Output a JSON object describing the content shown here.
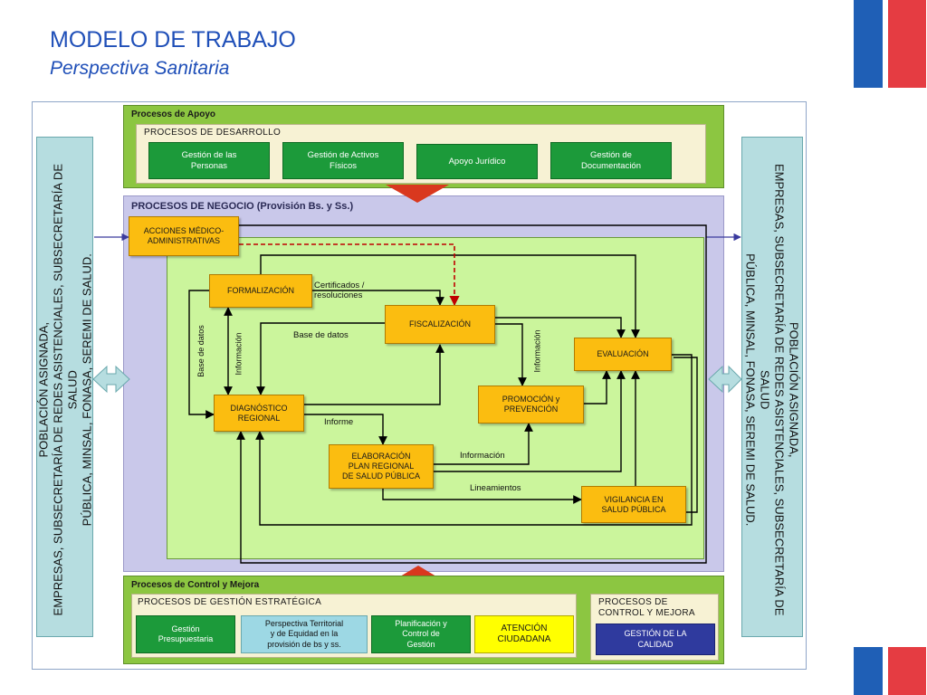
{
  "header": {
    "title": "MODELO DE TRABAJO",
    "subtitle": "Perspectiva Sanitaria"
  },
  "colors": {
    "title_blue": "#1f4fb8",
    "flag_blue": "#1f5fb6",
    "flag_red": "#e53c42",
    "support_green": "#8cc641",
    "dark_green_box": "#1c9a3a",
    "business_violet": "#c9c8ea",
    "inner_lime": "#cbf59c",
    "process_orange": "#fbbd10",
    "side_cyan": "#b6dde0",
    "arrow_red": "#d9381e",
    "quality_navy": "#2f3a9e",
    "citizen_yellow": "#ffff00"
  },
  "left_side": {
    "line1": "POBLACIÓN ASIGNADA,",
    "line2": "EMPRESAS, SUBSECRETARÍA DE REDES ASISTENCIALES, SUBSECRETARÍA DE SALUD",
    "line3": "PÚBLICA, MINSAL, FONASA, SEREMI DE SALUD."
  },
  "right_side": {
    "line1": "POBLACIÓN ASIGNADA,",
    "line2": "EMPRESAS, SUBSECRETARÍA DE REDES ASISTENCIALES, SUBSECRETARÍA DE SALUD",
    "line3": "PÚBLICA, MINSAL, FONASA, SEREMI DE SALUD."
  },
  "support": {
    "title": "Procesos de  Apoyo",
    "development_title": "PROCESOS  DE  DESARROLLO",
    "boxes": [
      {
        "line1": "Gestión de las",
        "line2": "Personas"
      },
      {
        "line1": "Gestión de Activos",
        "line2": "Físicos"
      },
      {
        "line1": "Apoyo Jurídico",
        "line2": ""
      },
      {
        "line1": "Gestión de",
        "line2": "Documentación"
      }
    ]
  },
  "business": {
    "title": "PROCESOS DE NEGOCIO (Provisión Bs. y Ss.)",
    "nodes": {
      "acciones": {
        "line1": "ACCIONES MÉDICO-",
        "line2": "ADMINISTRATIVAS"
      },
      "formalizacion": "FORMALIZACIÓN",
      "fiscalizacion": "FISCALIZACIÓN",
      "evaluacion": "EVALUACIÓN",
      "diagnostico": {
        "line1": "DIAGNÓSTICO",
        "line2": "REGIONAL"
      },
      "promocion": {
        "line1": "PROMOCIÓN y",
        "line2": "PREVENCIÓN"
      },
      "elaboracion": {
        "line1": "ELABORACIÓN",
        "line2": "PLAN REGIONAL",
        "line3": "DE SALUD PÚBLICA"
      },
      "vigilancia": {
        "line1": "VIGILANCIA EN",
        "line2": "SALUD PÚBLICA"
      }
    },
    "labels": {
      "certificados_line1": "Certificados  /",
      "certificados_line2": "resoluciones",
      "base_datos_h": "Base de datos",
      "base_datos_v": "Base de datos",
      "informacion_v_left": "Información",
      "informacion_v_right": "Información",
      "informe": "Informe",
      "informacion_h": "Información",
      "lineamientos": "Lineamientos"
    }
  },
  "control": {
    "title": "Procesos de Control y Mejora",
    "strategic_title": "PROCESOS  DE  GESTIÓN  ESTRATÉGICA",
    "boxes": [
      {
        "line1": "Gestión",
        "line2": "Presupuestaria",
        "line3": ""
      },
      {
        "line1": "Perspectiva Territorial",
        "line2": "y de Equidad  en la",
        "line3": "provisión de bs y ss."
      },
      {
        "line1": "Planificación  y",
        "line2": "Control de",
        "line3": "Gestión"
      },
      {
        "line1": "ATENCIÓN",
        "line2": "CIUDADANA",
        "line3": ""
      }
    ],
    "quality_title_line1": "PROCESOS  DE",
    "quality_title_line2": "CONTROL Y MEJORA",
    "quality_box_line1": "GESTIÓN DE LA",
    "quality_box_line2": "CALIDAD"
  }
}
